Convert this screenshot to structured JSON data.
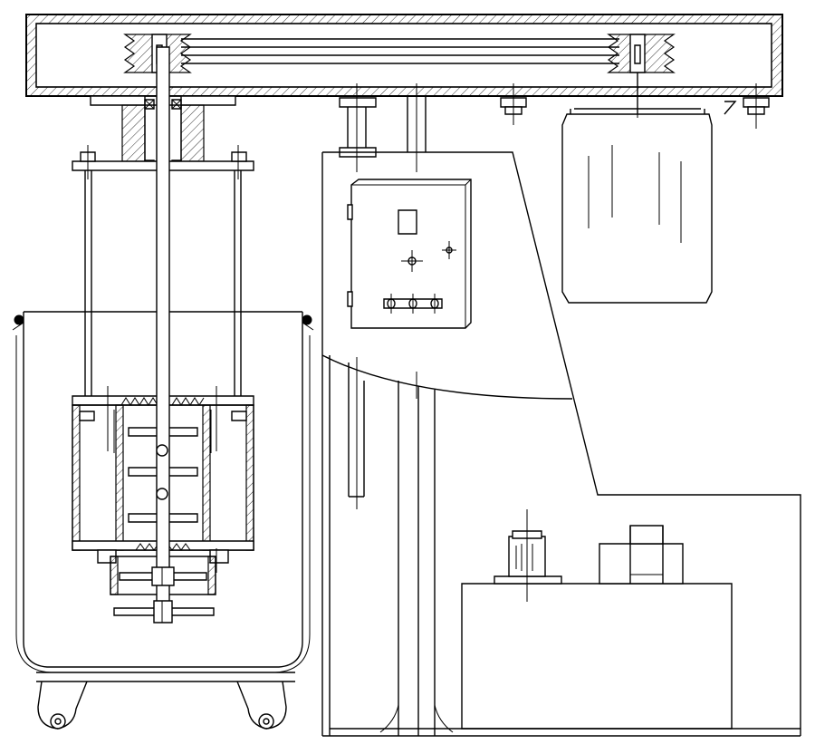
{
  "drawing": {
    "components": [
      "top-beam",
      "belt-drive",
      "drive-motor",
      "bearing-housing",
      "agitator-shaft",
      "guide-rods",
      "mixing-tank",
      "dispersing-head",
      "impellers",
      "control-box",
      "support-column",
      "base-cabinet",
      "pump-unit",
      "caster-wheels"
    ],
    "colors": {
      "line": "#000000",
      "background": "#ffffff"
    }
  }
}
